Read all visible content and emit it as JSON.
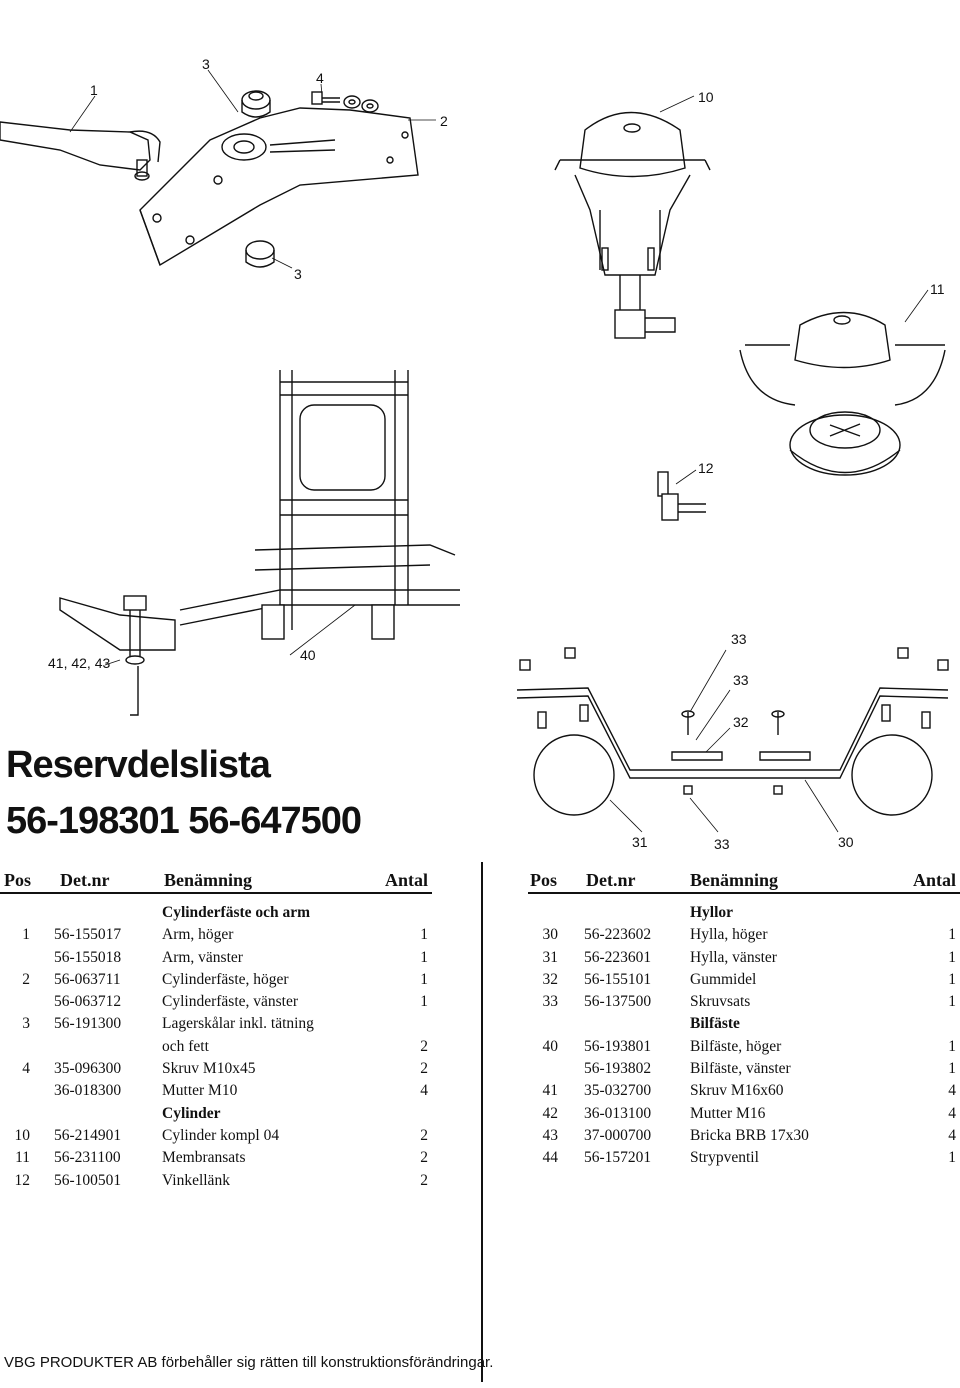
{
  "document": {
    "title_line1": "Reservdelslista",
    "title_line2": "56-198301  56-647500",
    "footer": "VBG PRODUKTER AB förbehåller sig rätten till konstruktionsförändringar."
  },
  "figure": {
    "callouts": {
      "c1": "1",
      "c3a": "3",
      "c4": "4",
      "c10": "10",
      "c2": "2",
      "c3b": "3",
      "c11": "11",
      "c12": "12",
      "c41": "41, 42, 43",
      "c40": "40",
      "c33a": "33",
      "c33b": "33",
      "c32": "32",
      "c31": "31",
      "c33c": "33",
      "c30": "30"
    }
  },
  "table": {
    "headers": {
      "pos": "Pos",
      "detnr": "Det.nr",
      "name": "Benämning",
      "qty": "Antal"
    },
    "left": [
      {
        "pos": "",
        "detnr": "",
        "name": "Cylinderfäste och arm",
        "qty": "",
        "section": true
      },
      {
        "pos": "1",
        "detnr": "56-155017",
        "name": "Arm, höger",
        "qty": "1"
      },
      {
        "pos": "",
        "detnr": "56-155018",
        "name": "Arm, vänster",
        "qty": "1"
      },
      {
        "pos": "2",
        "detnr": "56-063711",
        "name": "Cylinderfäste, höger",
        "qty": "1"
      },
      {
        "pos": "",
        "detnr": "56-063712",
        "name": "Cylinderfäste, vänster",
        "qty": "1"
      },
      {
        "pos": "3",
        "detnr": "56-191300",
        "name": "Lagerskålar inkl. tätning",
        "qty": ""
      },
      {
        "pos": "",
        "detnr": "",
        "name": "och fett",
        "qty": "2"
      },
      {
        "pos": "4",
        "detnr": "35-096300",
        "name": "Skruv M10x45",
        "qty": "2"
      },
      {
        "pos": "",
        "detnr": "36-018300",
        "name": "Mutter M10",
        "qty": "4"
      },
      {
        "pos": "",
        "detnr": "",
        "name": "Cylinder",
        "qty": "",
        "section": true
      },
      {
        "pos": "10",
        "detnr": "56-214901",
        "name": "Cylinder kompl 04",
        "qty": "2"
      },
      {
        "pos": "11",
        "detnr": "56-231100",
        "name": "Membransats",
        "qty": "2"
      },
      {
        "pos": "12",
        "detnr": "56-100501",
        "name": "Vinkellänk",
        "qty": "2"
      }
    ],
    "right": [
      {
        "pos": "",
        "detnr": "",
        "name": "Hyllor",
        "qty": "",
        "section": true
      },
      {
        "pos": "30",
        "detnr": "56-223602",
        "name": "Hylla, höger",
        "qty": "1"
      },
      {
        "pos": "31",
        "detnr": "56-223601",
        "name": "Hylla, vänster",
        "qty": "1"
      },
      {
        "pos": "32",
        "detnr": "56-155101",
        "name": "Gummidel",
        "qty": "1"
      },
      {
        "pos": "33",
        "detnr": "56-137500",
        "name": "Skruvsats",
        "qty": "1"
      },
      {
        "pos": "",
        "detnr": "",
        "name": "Bilfäste",
        "qty": "",
        "section": true
      },
      {
        "pos": "40",
        "detnr": "56-193801",
        "name": "Bilfäste, höger",
        "qty": "1"
      },
      {
        "pos": "",
        "detnr": "56-193802",
        "name": "Bilfäste, vänster",
        "qty": "1"
      },
      {
        "pos": "41",
        "detnr": "35-032700",
        "name": "Skruv M16x60",
        "qty": "4"
      },
      {
        "pos": "42",
        "detnr": "36-013100",
        "name": "Mutter M16",
        "qty": "4"
      },
      {
        "pos": "43",
        "detnr": "37-000700",
        "name": "Bricka BRB 17x30",
        "qty": "4"
      },
      {
        "pos": "44",
        "detnr": "56-157201",
        "name": "Strypventil",
        "qty": "1"
      }
    ]
  }
}
